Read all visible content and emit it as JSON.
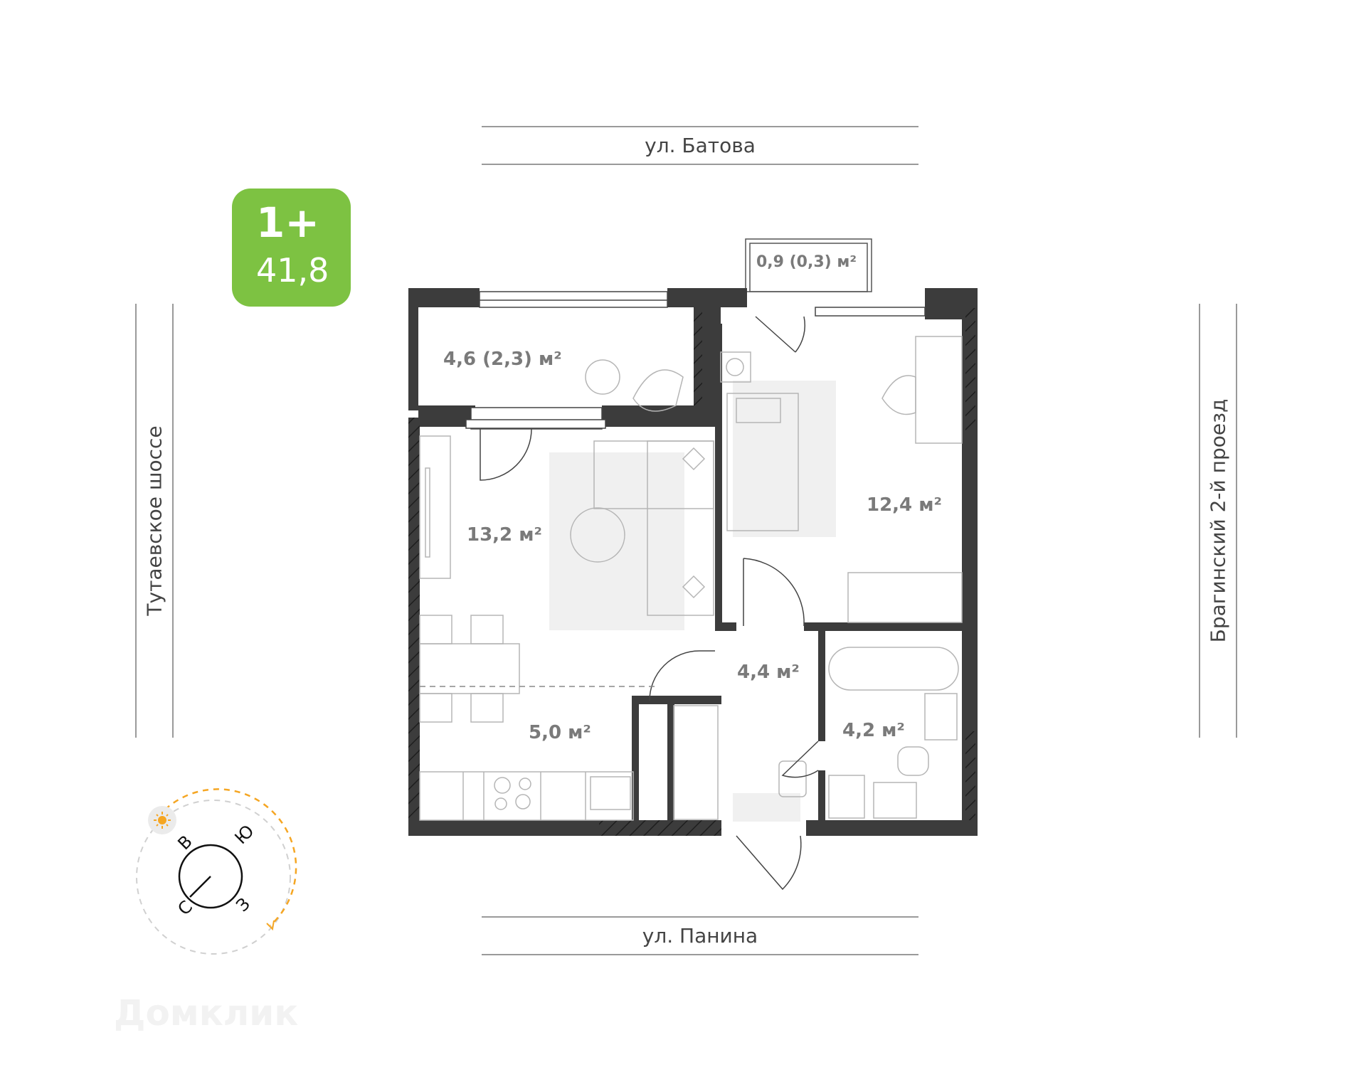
{
  "badge": {
    "rooms": "1+",
    "total_area": "41,8",
    "color": "#7dc242"
  },
  "streets": {
    "top": "ул. Батова",
    "bottom": "ул. Панина",
    "left": "Тутаевское шоссе",
    "right": "Брагинский 2-й проезд"
  },
  "rooms": [
    {
      "id": "loggia",
      "area": "4,6 (2,3) м²"
    },
    {
      "id": "balcony",
      "area": "0,9 (0,3) м²"
    },
    {
      "id": "living",
      "area": "13,2 м²"
    },
    {
      "id": "bedroom",
      "area": "12,4 м²"
    },
    {
      "id": "hall",
      "area": "4,4 м²"
    },
    {
      "id": "bathroom",
      "area": "4,2 м²"
    },
    {
      "id": "kitchen",
      "area": "5,0 м²"
    }
  ],
  "compass": {
    "labels": {
      "east": "В",
      "south": "Ю",
      "west": "З",
      "north": "С"
    },
    "sun_color": "#f5a623",
    "icon": "sun-icon"
  },
  "watermark": "Домклик",
  "colors": {
    "wall": "#3c3c3c",
    "furniture": "#b5b5b5",
    "label": "#7a7a7a",
    "rug": "#f0f0f0"
  }
}
